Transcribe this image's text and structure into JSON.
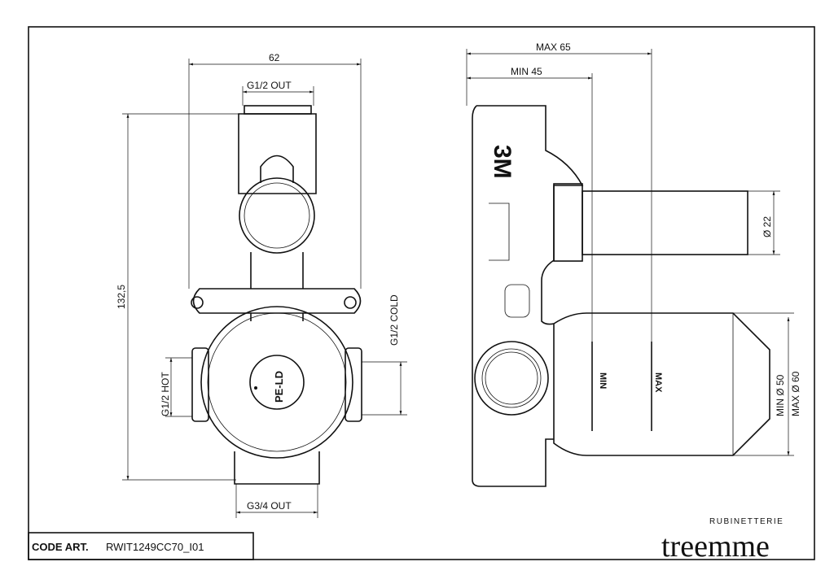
{
  "title_block": {
    "code_label": "CODE ART.",
    "code_value": "RWIT1249CC70_I01"
  },
  "logo": {
    "small": "RUBINETTERIE",
    "brand": "treemme"
  },
  "front_view": {
    "width_dim": "62",
    "top_outlet": "G1/2 OUT",
    "height_dim": "132,5",
    "cold_inlet": "G1/2 COLD",
    "hot_inlet": "G1/2 HOT",
    "bottom_outlet": "G3/4 OUT",
    "cap_label": "PE-LD"
  },
  "side_view": {
    "max_depth": "MAX  65",
    "min_depth": "MIN  45",
    "pipe_dia": "Ø 22",
    "min_dia": "MIN Ø 50",
    "max_dia": "MAX Ø 60",
    "min_mark": "MIN",
    "max_mark": "MAX",
    "brand_mark": "3M"
  }
}
